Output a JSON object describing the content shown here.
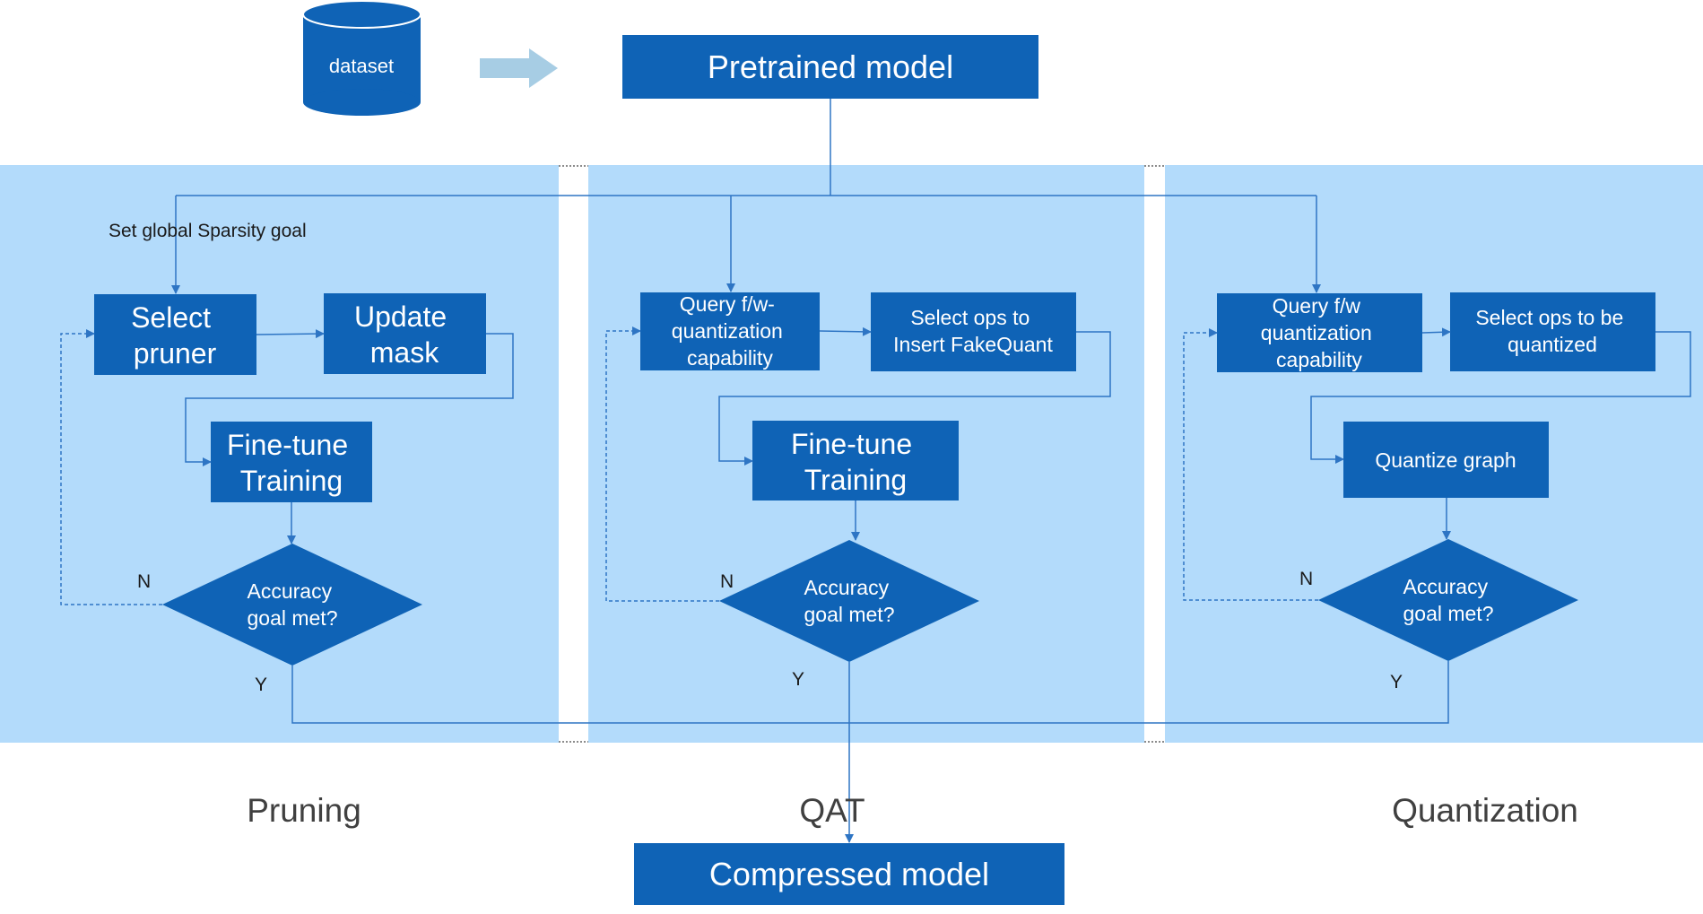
{
  "colors": {
    "box": "#0f63b6",
    "panel": "#b3dbfb",
    "connector": "#2e75c4",
    "text_light": "#ffffff",
    "text_dark": "#1a1a1a",
    "section_label": "#404040",
    "arrow_light": "#a7cde4"
  },
  "top": {
    "dataset": "dataset",
    "pretrained_model": "Pretrained model",
    "compressed_model": "Compressed model"
  },
  "pruning": {
    "label": "Pruning",
    "sparsity_goal": "Set global Sparsity goal",
    "select_pruner": [
      "Select",
      "pruner"
    ],
    "update_mask": [
      "Update",
      "mask"
    ],
    "finetune": [
      "Fine-tune",
      "Training"
    ],
    "accuracy": [
      "Accuracy",
      "goal met?"
    ],
    "no": "N",
    "yes": "Y"
  },
  "qat": {
    "label": "QAT",
    "query": [
      "Query f/w-",
      "quantization",
      "capability"
    ],
    "select_ops": [
      "Select ops to",
      "Insert FakeQuant"
    ],
    "finetune": [
      "Fine-tune",
      "Training"
    ],
    "accuracy": [
      "Accuracy",
      "goal met?"
    ],
    "no": "N",
    "yes": "Y"
  },
  "quantization": {
    "label": "Quantization",
    "query": [
      "Query f/w",
      "quantization",
      "capability"
    ],
    "select_ops": [
      "Select ops to be",
      "quantized"
    ],
    "quantize_graph": "Quantize graph",
    "accuracy": [
      "Accuracy",
      "goal met?"
    ],
    "no": "N",
    "yes": "Y"
  }
}
